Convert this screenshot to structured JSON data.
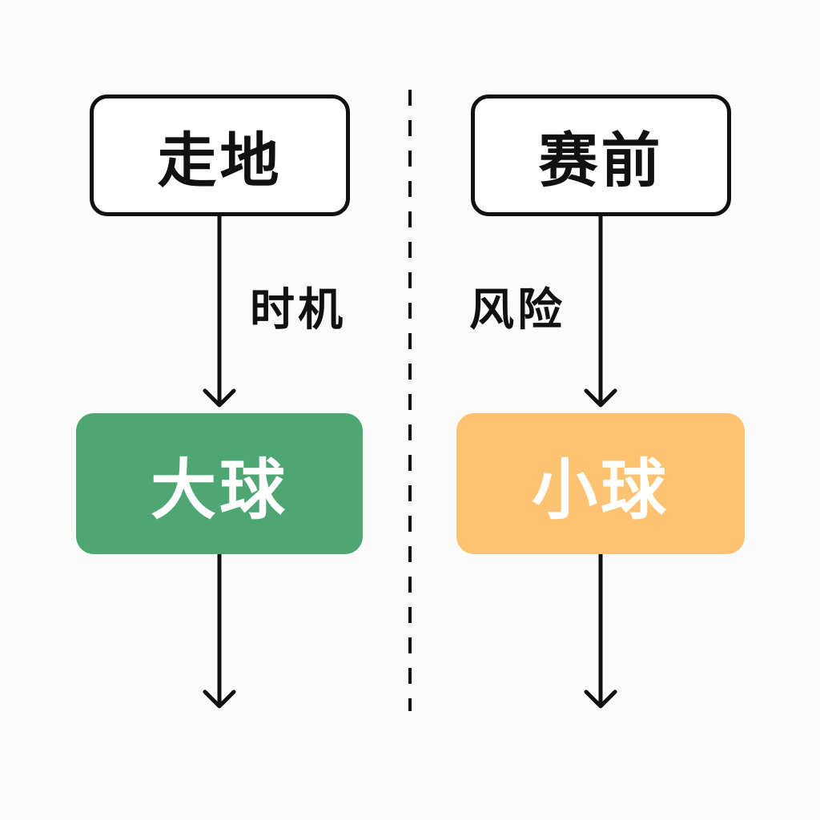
{
  "left_column": {
    "top_node": "走地",
    "edge_label": "时机",
    "middle_node": "大球",
    "middle_color": "#4ea673"
  },
  "right_column": {
    "top_node": "赛前",
    "edge_label": "风险",
    "middle_node": "小球",
    "middle_color": "#fdc373"
  },
  "colors": {
    "stroke": "#111111",
    "background": "#fbfbfb",
    "node_text_filled": "#ffffff"
  }
}
